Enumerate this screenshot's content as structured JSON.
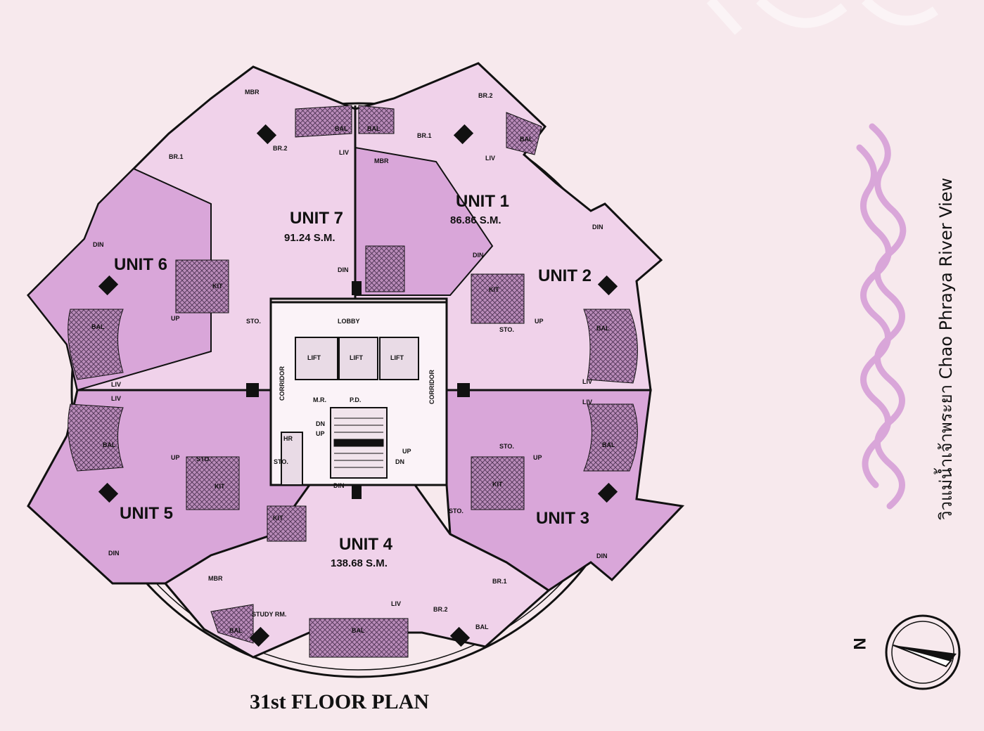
{
  "title": "31st FLOOR PLAN",
  "river_view": "วิวแม่น้ำเจ้าพระยา Chao Phraya River View",
  "compass": {
    "north_label": "N"
  },
  "colors": {
    "background": "#f7e9ed",
    "unit_fill": "#d9a6d9",
    "pale_fill": "#f3d9ee",
    "line": "#111111"
  },
  "units": [
    {
      "name": "UNIT 1",
      "area": "86.86 S.M."
    },
    {
      "name": "UNIT 2",
      "area": ""
    },
    {
      "name": "UNIT 3",
      "area": ""
    },
    {
      "name": "UNIT 4",
      "area": "138.68 S.M."
    },
    {
      "name": "UNIT 5",
      "area": ""
    },
    {
      "name": "UNIT 6",
      "area": ""
    },
    {
      "name": "UNIT 7",
      "area": "91.24 S.M."
    }
  ],
  "core": {
    "lobby": "LOBBY",
    "lift": "LIFT",
    "corridor": "CORRIDOR",
    "mr": "M.R.",
    "pd": "P.D.",
    "hr": "HR",
    "dn": "DN",
    "up": "UP"
  },
  "rooms": {
    "mbr": "MBR",
    "br1": "BR.1",
    "br2": "BR.2",
    "bal": "BAL",
    "liv": "LIV",
    "din": "DIN",
    "kit": "KIT",
    "sto": "STO.",
    "study": "STUDY RM.",
    "up": "UP"
  }
}
